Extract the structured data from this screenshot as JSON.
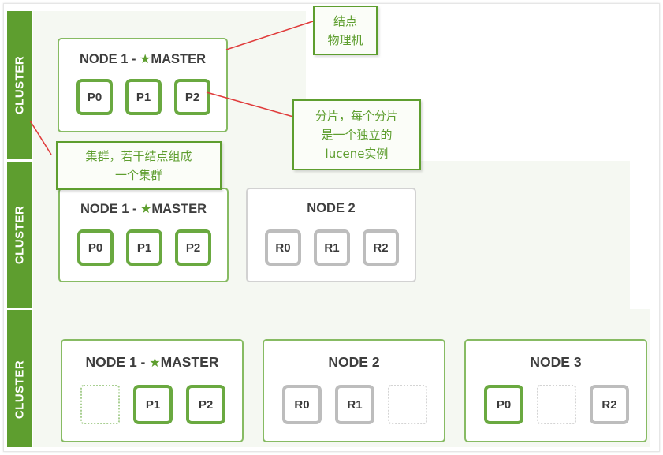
{
  "clusters": [
    {
      "label": "CLUSTER",
      "nodes": [
        {
          "title": "NODE 1 - ",
          "master_label": "MASTER",
          "is_master": true,
          "style": "green",
          "shards": [
            {
              "label": "P0",
              "type": "primary"
            },
            {
              "label": "P1",
              "type": "primary"
            },
            {
              "label": "P2",
              "type": "primary"
            }
          ]
        }
      ]
    },
    {
      "label": "CLUSTER",
      "nodes": [
        {
          "title": "NODE 1 - ",
          "master_label": "MASTER",
          "is_master": true,
          "style": "green",
          "shards": [
            {
              "label": "P0",
              "type": "primary"
            },
            {
              "label": "P1",
              "type": "primary"
            },
            {
              "label": "P2",
              "type": "primary"
            }
          ]
        },
        {
          "title": "NODE 2",
          "is_master": false,
          "style": "gray",
          "shards": [
            {
              "label": "R0",
              "type": "replica"
            },
            {
              "label": "R1",
              "type": "replica"
            },
            {
              "label": "R2",
              "type": "replica"
            }
          ]
        }
      ]
    },
    {
      "label": "CLUSTER",
      "nodes": [
        {
          "title": "NODE 1 - ",
          "master_label": "MASTER",
          "is_master": true,
          "style": "green",
          "shards": [
            {
              "label": "",
              "type": "empty-g"
            },
            {
              "label": "P1",
              "type": "primary"
            },
            {
              "label": "P2",
              "type": "primary"
            }
          ]
        },
        {
          "title": "NODE 2",
          "is_master": false,
          "style": "green",
          "shards": [
            {
              "label": "R0",
              "type": "replica"
            },
            {
              "label": "R1",
              "type": "replica"
            },
            {
              "label": "",
              "type": "empty-r"
            }
          ]
        },
        {
          "title": "NODE 3",
          "is_master": false,
          "style": "green",
          "shards": [
            {
              "label": "P0",
              "type": "primary"
            },
            {
              "label": "",
              "type": "empty-r"
            },
            {
              "label": "R2",
              "type": "replica"
            }
          ]
        }
      ]
    }
  ],
  "annotations": {
    "node_note": {
      "lines": [
        "结点",
        "物理机"
      ]
    },
    "shard_note": {
      "lines": [
        "分片，每个分片",
        "是一个独立的",
        "lucene实例"
      ]
    },
    "cluster_note": {
      "lines": [
        "集群，若干结点组成",
        "一个集群"
      ]
    }
  },
  "colors": {
    "cluster_bar": "#5e9e2f",
    "primary_border": "#6aa940",
    "replica_border": "#bdbdbd",
    "arrow": "#e03c3c"
  },
  "icons": {
    "master": "star-icon"
  }
}
